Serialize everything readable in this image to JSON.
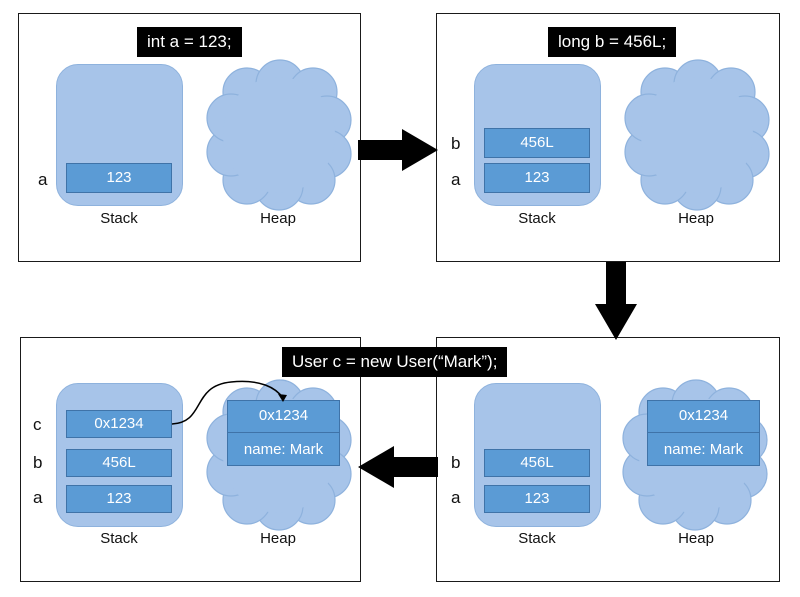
{
  "panel1": {
    "code": "int a = 123;",
    "vars": [
      "a"
    ],
    "slots": [
      "123"
    ],
    "stack_caption": "Stack",
    "heap_caption": "Heap"
  },
  "panel2": {
    "code": "long b = 456L;",
    "vars": [
      "b",
      "a"
    ],
    "slots": [
      "456L",
      "123"
    ],
    "stack_caption": "Stack",
    "heap_caption": "Heap"
  },
  "panel3": {
    "code": "User c = new User(“Mark”);",
    "vars": [
      "b",
      "a"
    ],
    "slots": [
      "456L",
      "123"
    ],
    "heap_object": [
      "0x1234",
      "name: Mark"
    ],
    "stack_caption": "Stack",
    "heap_caption": "Heap"
  },
  "panel4": {
    "vars": [
      "c",
      "b",
      "a"
    ],
    "slots": [
      "0x1234",
      "456L",
      "123"
    ],
    "heap_object": [
      "0x1234",
      "name: Mark"
    ],
    "stack_caption": "Stack",
    "heap_caption": "Heap"
  },
  "colors": {
    "stack_fill": "#a7c4e9",
    "slot_fill": "#5b9bd5",
    "cloud_fill": "#a7c4e9",
    "code_bg": "#000000",
    "arrow": "#000000"
  }
}
